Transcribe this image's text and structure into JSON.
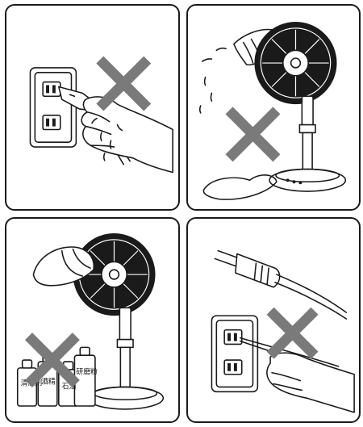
{
  "panels": [
    {
      "id": "wet-hands-plug",
      "prohibited": true
    },
    {
      "id": "water-splash-fan",
      "prohibited": true
    },
    {
      "id": "cleaning-chemicals",
      "prohibited": true,
      "can_labels": [
        "清潔剤",
        "酒精",
        "石油",
        "研磨粉"
      ]
    },
    {
      "id": "pull-cord-from-outlet",
      "prohibited": true
    }
  ],
  "colors": {
    "x_mark": "#7a7a7a",
    "ink": "#1a1a1a",
    "background": "#ffffff"
  },
  "icons": [
    "wall-outlet-icon",
    "power-plug-icon",
    "hand-icon",
    "water-drop-icon",
    "electric-fan-icon",
    "spray-can-icon",
    "cloth-icon",
    "prohibited-x-icon"
  ]
}
